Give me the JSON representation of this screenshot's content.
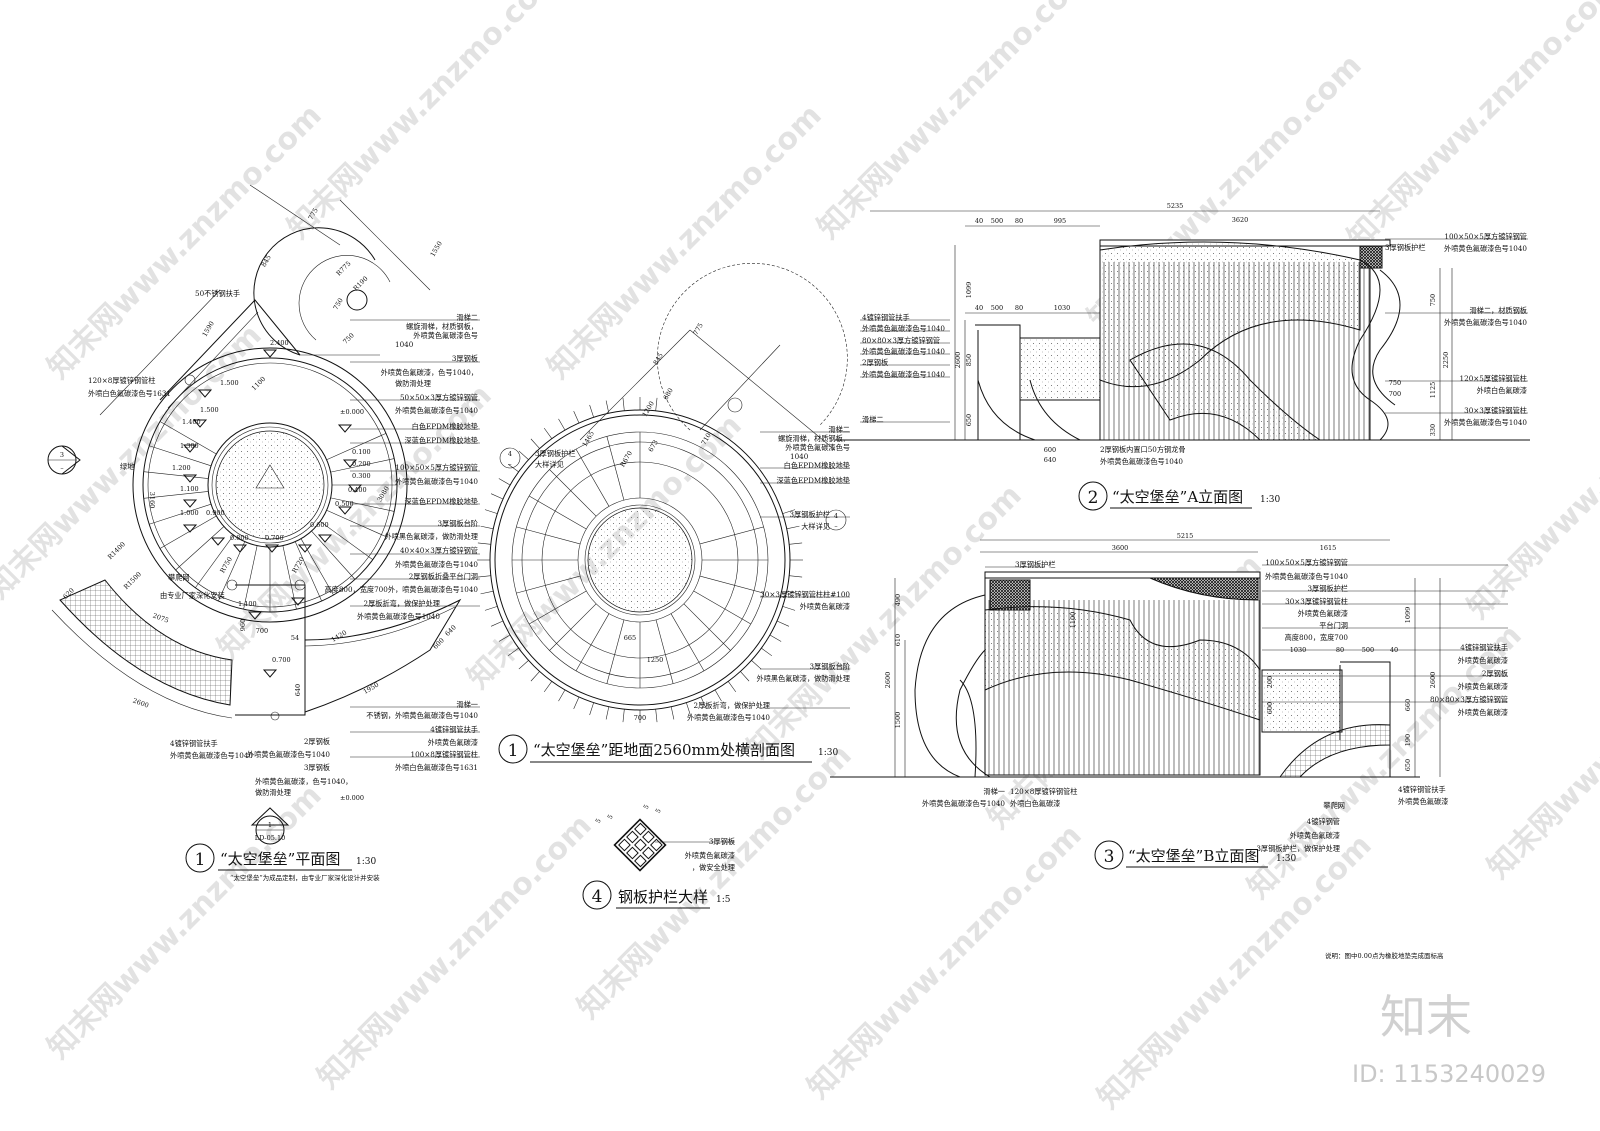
{
  "watermark": {
    "site_text": "知末网www.znzmo.com",
    "brand": "知末",
    "id": "ID: 1153240029"
  },
  "footnote": "说明：图中0.00点为橡胶地垫完成面标高",
  "plan": {
    "num": "1",
    "title": "“太空堡垒”平面图",
    "scale": "1:30",
    "note": "“太空堡垒”为成品定制，由专业厂家深化设计并安装",
    "section_mark_left": {
      "num": "3",
      "sub": "–"
    },
    "section_mark_bottom": {
      "num": "1",
      "sub": "LD-05.10"
    },
    "labels": [
      "滑梯二",
      "螺旋滑梯，材质钢板，",
      "外喷黄色氟碳漆色号",
      "1040",
      "3厚钢板",
      "外喷黄色氟碳漆，色号1040，",
      "做防滑处理",
      "50×50×3厚方镀锌钢管",
      "外喷黄色氟碳漆色号1040",
      "白色EPDM橡胶地垫",
      "深蓝色EPDM橡胶地垫",
      "100×50×5厚方镀锌钢管",
      "外喷黄色氟碳漆色号1040",
      "深蓝色EPDM橡胶地垫",
      "3厚钢板台阶",
      "外喷黑色氟碳漆，做防滑处理",
      "40×40×3厚方镀锌钢管",
      "外喷黄色氟碳漆色号1040",
      "2厚钢板折叠平台门洞",
      "高度800，宽度700外，喷黄色氟碳漆色号1040",
      "2厚板折弯，做保护处理",
      "外喷黄色氟碳漆色号1040",
      "滑梯一",
      "不锈钢，外喷黄色氟碳漆色号1040",
      "4镀锌钢管扶手",
      "外喷黄色氟碳漆",
      "100×8厚镀锌钢管柱",
      "外喷白色氟碳漆色号1631",
      "2厚钢板",
      "外喷黄色氟碳漆色号1040",
      "3厚钢板",
      "外喷黄色氟碳漆，色号1040，",
      "做防滑处理",
      "50不锈钢扶手",
      "120×8厚镀锌钢管柱",
      "外喷白色氟碳漆色号1631",
      "绿地",
      "攀爬网",
      "由专业厂家深化安装",
      "4镀锌钢管扶手",
      "外喷黄色氟碳漆色号1040"
    ],
    "elevations": [
      "2.400",
      "1.500",
      "1.500",
      "1.400",
      "1.300",
      "1.200",
      "1.100",
      "1.000",
      "0.900",
      "0.800",
      "0.700",
      "0.600",
      "0.500",
      "0.400",
      "0.300",
      "0.200",
      "0.100",
      "±0.000",
      "1.100",
      "0.700",
      "±0.000"
    ],
    "dims": [
      "775",
      "845",
      "1590",
      "1550",
      "750",
      "750",
      "R775",
      "R190",
      "1100",
      "3160",
      "3080",
      "R1400",
      "R1500",
      "R750",
      "R720",
      "700",
      "960",
      "640",
      "54",
      "1420",
      "1950",
      "2075",
      "2600",
      "620",
      "640",
      "600"
    ]
  },
  "section": {
    "num": "1",
    "title": "“太空堡垒”距地面2560mm处横剖面图",
    "scale": "1:30",
    "labels": [
      "滑梯二",
      "螺旋滑梯，材质钢板，",
      "外喷黄色氟碳漆色号",
      "1040",
      "白色EPDM橡胶地垫",
      "深蓝色EPDM橡胶地垫",
      "3厚钢板护栏",
      "大样详见",
      "30×3厚镀锌钢管柱柱#100",
      "外喷黄色氟碳漆",
      "3厚钢板台阶",
      "外喷黑色氟碳漆，做防滑处理",
      "2厚板折弯，做保护处理",
      "外喷黄色氟碳漆色号1040",
      "3厚钢板护栏",
      "大样详见"
    ],
    "detail_ref": {
      "num": "4",
      "sub": "–"
    },
    "dims": [
      "775",
      "845",
      "1465",
      "1200",
      "680",
      "710",
      "673",
      "R670",
      "665",
      "1250",
      "700"
    ]
  },
  "elev_a": {
    "num": "2",
    "title": "“太空堡垒”A立面图",
    "scale": "1:30",
    "labels": [
      "4镀锌钢管扶手",
      "外喷黄色氟碳漆色号1040",
      "80×80×3厚方镀锌钢管",
      "外喷黄色氟碳漆色号1040",
      "2厚钢板",
      "外喷黄色氟碳漆色号1040",
      "滑梯二",
      "2厚钢板内置口50方钢龙骨",
      "外喷黄色氟碳漆色号1040",
      "3厚钢板护栏",
      "100×50×5厚方镀锌钢管",
      "外喷黄色氟碳漆色号1040",
      "滑梯二，材质钢板",
      "外喷黄色氟碳漆色号1040",
      "120×5厚镀锌钢管柱",
      "外喷白色氟碳漆",
      "30×3厚镀锌钢管柱",
      "外喷黄色氟碳漆色号1040"
    ],
    "dims": [
      "5235",
      "3620",
      "500",
      "80",
      "995",
      "40",
      "1030",
      "500",
      "80",
      "40",
      "1099",
      "2600",
      "850",
      "650",
      "750",
      "2250",
      "1125",
      "330",
      "750",
      "700",
      "600",
      "640"
    ]
  },
  "elev_b": {
    "num": "3",
    "title": "“太空堡垒”B立面图",
    "scale": "1:30",
    "labels": [
      "3厚钢板护栏",
      "100×50×5厚方镀锌钢管",
      "外喷黄色氟碳漆色号1040",
      "3厚钢板护栏",
      "30×3厚镀锌钢管柱",
      "外喷黄色氟碳漆",
      "平台门洞",
      "高度800，宽度700",
      "4镀锌钢管扶手",
      "外喷黄色氟碳漆",
      "2厚钢板",
      "外喷黄色氟碳漆",
      "80×80×3厚方镀锌钢管",
      "外喷黄色氟碳漆",
      "攀爬网",
      "4镀锌钢管扶手",
      "外喷黄色氟碳漆",
      "4镀锌钢管",
      "外喷黄色氟碳漆",
      "3厚钢板护栏，做保护处理",
      "滑梯一",
      "外喷黄色氟碳漆色号1040",
      "120×8厚镀锌钢管柱",
      "外喷白色氟碳漆"
    ],
    "dims": [
      "5215",
      "3600",
      "1615",
      "2600",
      "1500",
      "610",
      "490",
      "1100",
      "1099",
      "2600",
      "660",
      "190",
      "650",
      "600",
      "200",
      "1030",
      "80",
      "500",
      "40"
    ]
  },
  "detail": {
    "num": "4",
    "title": "钢板护栏大样",
    "scale": "1:5",
    "labels": [
      "3厚钢板",
      "外喷黄色氟碳漆",
      "，做安全处理"
    ],
    "dims": [
      "5",
      "5",
      "5",
      "5"
    ]
  }
}
